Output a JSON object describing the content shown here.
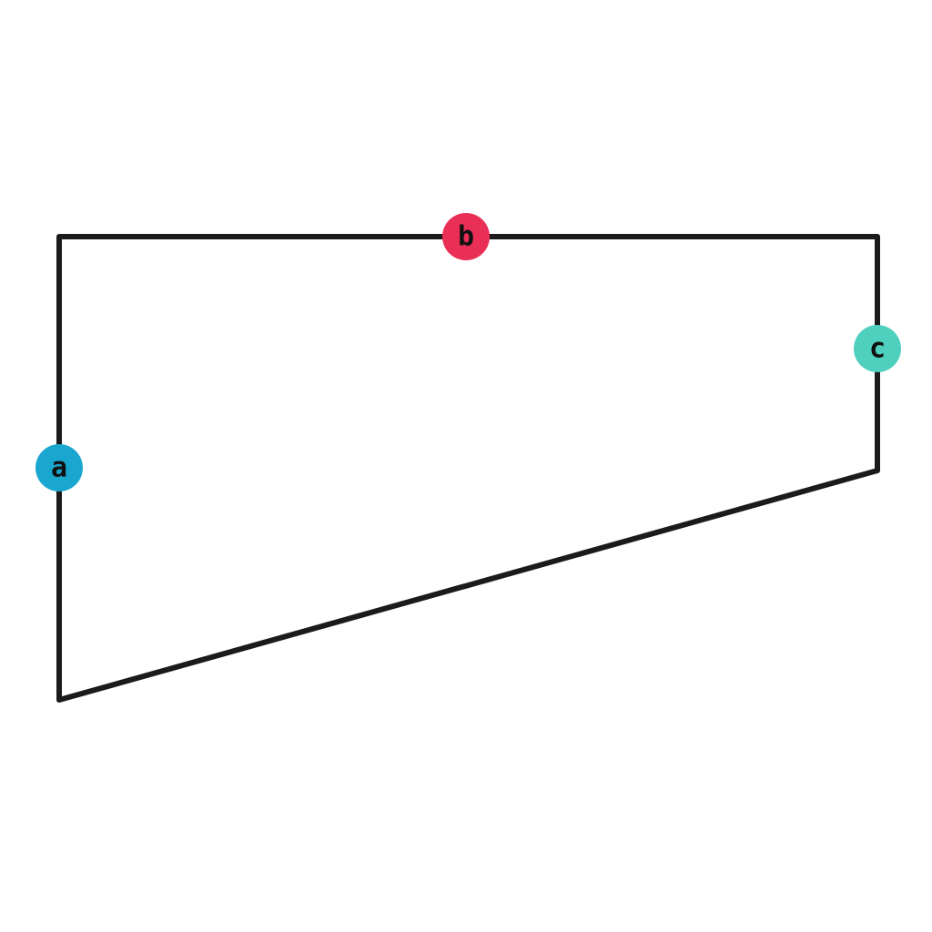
{
  "diagram": {
    "stroke_color": "#1c1a1a",
    "labels": [
      {
        "id": "a",
        "text": "a",
        "color": "#1aa7cf"
      },
      {
        "id": "b",
        "text": "b",
        "color": "#ea2f57"
      },
      {
        "id": "c",
        "text": "c",
        "color": "#4fcfbe"
      }
    ]
  }
}
